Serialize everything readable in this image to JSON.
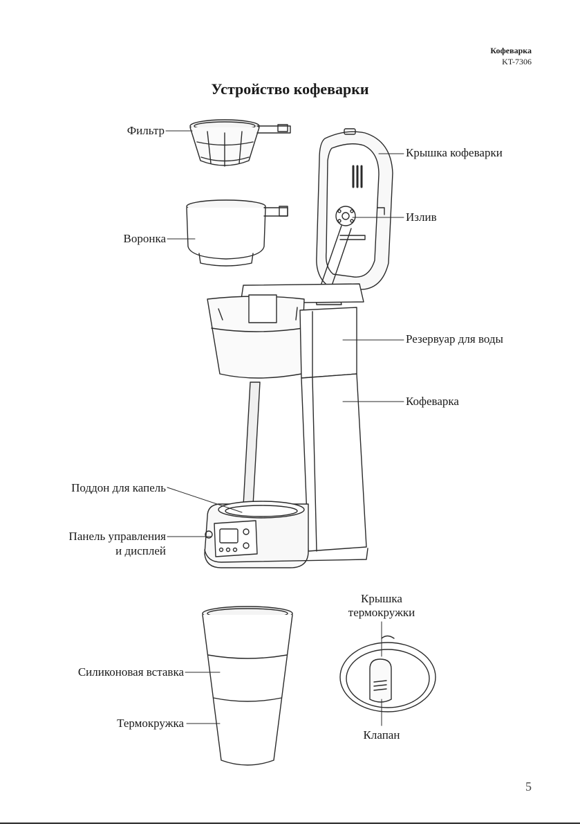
{
  "header": {
    "product_name": "Кофеварка",
    "model": "KT-7306"
  },
  "title": "Устройство кофеварки",
  "labels": {
    "filter": "Фильтр",
    "funnel": "Воронка",
    "lid": "Крышка кофеварки",
    "spout": "Излив",
    "reservoir": "Резервуар для воды",
    "body": "Кофеварка",
    "drip_tray": "Поддон для капель",
    "panel_line1": "Панель управления",
    "panel_line2": "и дисплей",
    "silicone": "Силиконовая вставка",
    "mug": "Термокружка",
    "mug_lid_line1": "Крышка",
    "mug_lid_line2": "термокружки",
    "valve": "Клапан"
  },
  "page_number": "5"
}
